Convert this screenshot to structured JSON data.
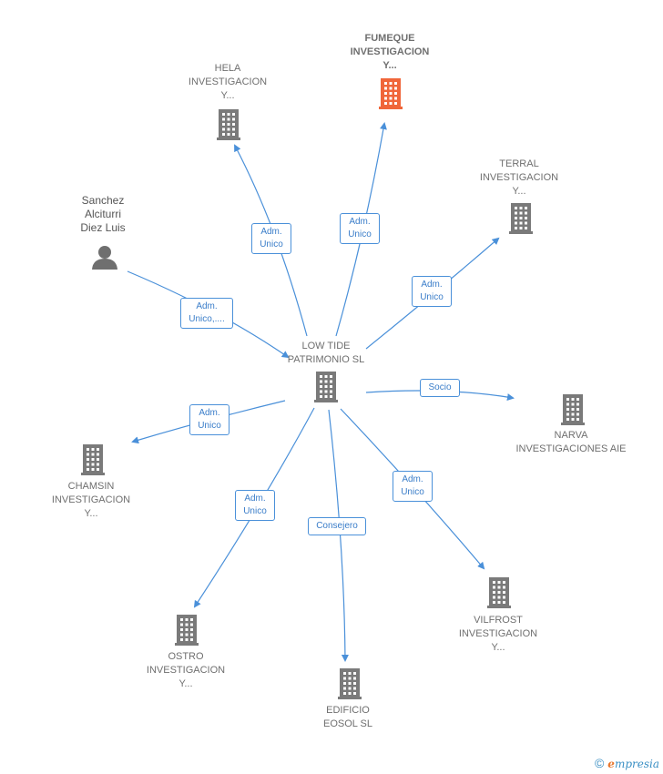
{
  "colors": {
    "edge": "#4a90d9",
    "building": "#7a7a7a",
    "highlight": "#f0663a",
    "person": "#6f6f6f"
  },
  "nodes": [
    {
      "id": "fumeque",
      "label": "FUMEQUE\nINVESTIGACION\nY...",
      "icon": "building-icon",
      "highlight": true
    },
    {
      "id": "hela",
      "label": "HELA\nINVESTIGACION\nY...",
      "icon": "building-icon"
    },
    {
      "id": "terral",
      "label": "TERRAL\nINVESTIGACION\nY...",
      "icon": "building-icon"
    },
    {
      "id": "sanchez",
      "label": "Sanchez\nAlciturri\nDiez Luis",
      "icon": "person-icon"
    },
    {
      "id": "lowtide",
      "label": "LOW TIDE\nPATRIMONIO SL",
      "icon": "building-icon"
    },
    {
      "id": "narva",
      "label": "NARVA\nINVESTIGACIONES AIE",
      "icon": "building-icon"
    },
    {
      "id": "chamsin",
      "label": "CHAMSIN\nINVESTIGACION\nY...",
      "icon": "building-icon"
    },
    {
      "id": "vilfrost",
      "label": "VILFROST\nINVESTIGACION\nY...",
      "icon": "building-icon"
    },
    {
      "id": "ostro",
      "label": "OSTRO\nINVESTIGACION\nY...",
      "icon": "building-icon"
    },
    {
      "id": "edificio",
      "label": "EDIFICIO\nEOSOL  SL",
      "icon": "building-icon"
    }
  ],
  "edges": [
    {
      "from": "lowtide",
      "to": "hela",
      "label": "Adm.\nUnico"
    },
    {
      "from": "lowtide",
      "to": "fumeque",
      "label": "Adm.\nUnico"
    },
    {
      "from": "lowtide",
      "to": "terral",
      "label": "Adm.\nUnico"
    },
    {
      "from": "sanchez",
      "to": "lowtide",
      "label": "Adm.\nUnico,...."
    },
    {
      "from": "lowtide",
      "to": "narva",
      "label": "Socio"
    },
    {
      "from": "lowtide",
      "to": "chamsin",
      "label": "Adm.\nUnico"
    },
    {
      "from": "lowtide",
      "to": "vilfrost",
      "label": "Adm.\nUnico"
    },
    {
      "from": "lowtide",
      "to": "ostro",
      "label": "Adm.\nUnico"
    },
    {
      "from": "lowtide",
      "to": "edificio",
      "label": "Consejero"
    }
  ],
  "footer": {
    "copyright": "©",
    "brand_initial": "e",
    "brand_rest": "mpresia"
  }
}
